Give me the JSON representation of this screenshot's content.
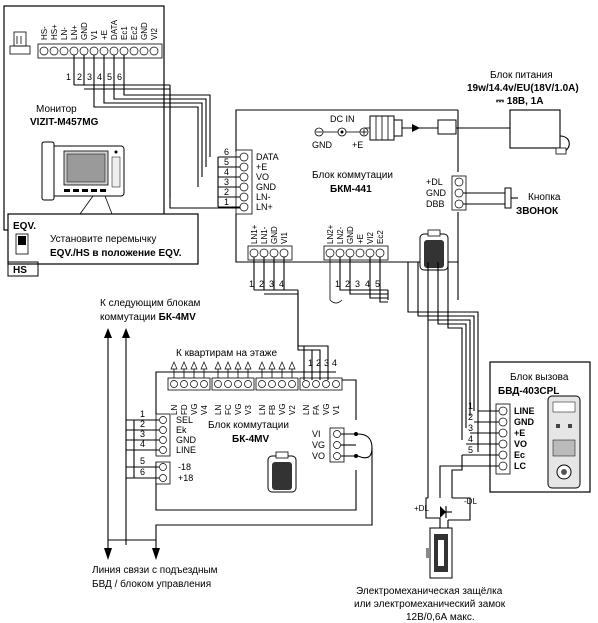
{
  "monitor": {
    "title_line1": "Монитор",
    "title_line2": "VIZIT-M457MG",
    "terminals": [
      "HS-",
      "HS+",
      "LN-",
      "LN+",
      "GND",
      "V1",
      "+E",
      "DATA",
      "Ec1",
      "Ec2",
      "GND",
      "VI2"
    ],
    "wire_numbers": [
      "1",
      "2",
      "3",
      "4",
      "5",
      "6"
    ],
    "eqv_label": "EQV.",
    "hs_label": "HS",
    "jumper_note_line1": "Установите перемычку",
    "jumper_note_line2": "EQV./HS в положение EQV."
  },
  "power": {
    "title": "Блок питания",
    "spec_line1": "19w/14.4v/EU(18V/1.0A)",
    "spec_line2": "⎓ 18В, 1А",
    "dc_in": "DC IN",
    "gnd": "GND",
    "plus_e": "+E"
  },
  "bkm": {
    "title_line1": "Блок коммутации",
    "title_line2": "БКМ-441",
    "left_terminals": [
      {
        "num": "6",
        "label": "DATA"
      },
      {
        "num": "5",
        "label": "+E"
      },
      {
        "num": "4",
        "label": "VO"
      },
      {
        "num": "3",
        "label": "GND"
      },
      {
        "num": "2",
        "label": "LN-"
      },
      {
        "num": "1",
        "label": "LN+"
      }
    ],
    "right_terminals": [
      "+DL",
      "GND",
      "DBB"
    ],
    "bottom_left_terminals": [
      "LN1+",
      "LN1-",
      "GND",
      "VI1"
    ],
    "bottom_right_terminals": [
      "LN2+",
      "LN2-",
      "GND",
      "+E",
      "VI2",
      "Ec2"
    ],
    "bottom_left_numbers": [
      "1",
      "2",
      "3",
      "4"
    ],
    "bottom_right_numbers": [
      "1",
      "2",
      "3",
      "4",
      "5"
    ]
  },
  "button": {
    "label_line1": "Кнопка",
    "label_line2": "ЗВОНОК"
  },
  "next_blocks": {
    "line1": "К следующим блокам",
    "line2_prefix": "коммутации ",
    "line2_bold": "БК-4MV"
  },
  "apartments_label": "К квартирам на этаже",
  "bk4mv": {
    "title_line1": "Блок коммутации",
    "title_line2": "БК-4MV",
    "top_groups": [
      [
        "LN",
        "FD",
        "VG",
        "V4"
      ],
      [
        "LN",
        "FC",
        "VG",
        "V3"
      ],
      [
        "LN",
        "FB",
        "VG",
        "V2"
      ],
      [
        "LN",
        "FA",
        "VG",
        "V1"
      ]
    ],
    "top_numbers": [
      "1",
      "2",
      "3",
      "4"
    ],
    "left_terminals": [
      {
        "num": "1",
        "label": "SEL"
      },
      {
        "num": "2",
        "label": "Ek"
      },
      {
        "num": "3",
        "label": "GND"
      },
      {
        "num": "4",
        "label": "LINE"
      }
    ],
    "power_terminals": [
      {
        "num": "5",
        "label": "-18"
      },
      {
        "num": "6",
        "label": "+18"
      }
    ],
    "right_terminals": [
      "VI",
      "VG",
      "VO"
    ]
  },
  "line_note": {
    "line1": "Линия связи с подъездным",
    "line2": "БВД / блоком управления"
  },
  "call_unit": {
    "title_line1": "Блок вызова",
    "title_line2": "БВД-403CPL",
    "terminals": [
      {
        "num": "1",
        "label": "LINE"
      },
      {
        "num": "2",
        "label": "GND"
      },
      {
        "num": "3",
        "label": "+E"
      },
      {
        "num": "4",
        "label": "VO"
      },
      {
        "num": "5",
        "label": "Ec"
      },
      {
        "num": "",
        "label": "LC"
      }
    ]
  },
  "lock": {
    "plus_dl": "+DL",
    "minus_dl": "-DL",
    "caption_line1": "Электромеханическая защёлка",
    "caption_line2": "или электромеханический замок",
    "caption_line3": "12В/0,6А макс."
  }
}
